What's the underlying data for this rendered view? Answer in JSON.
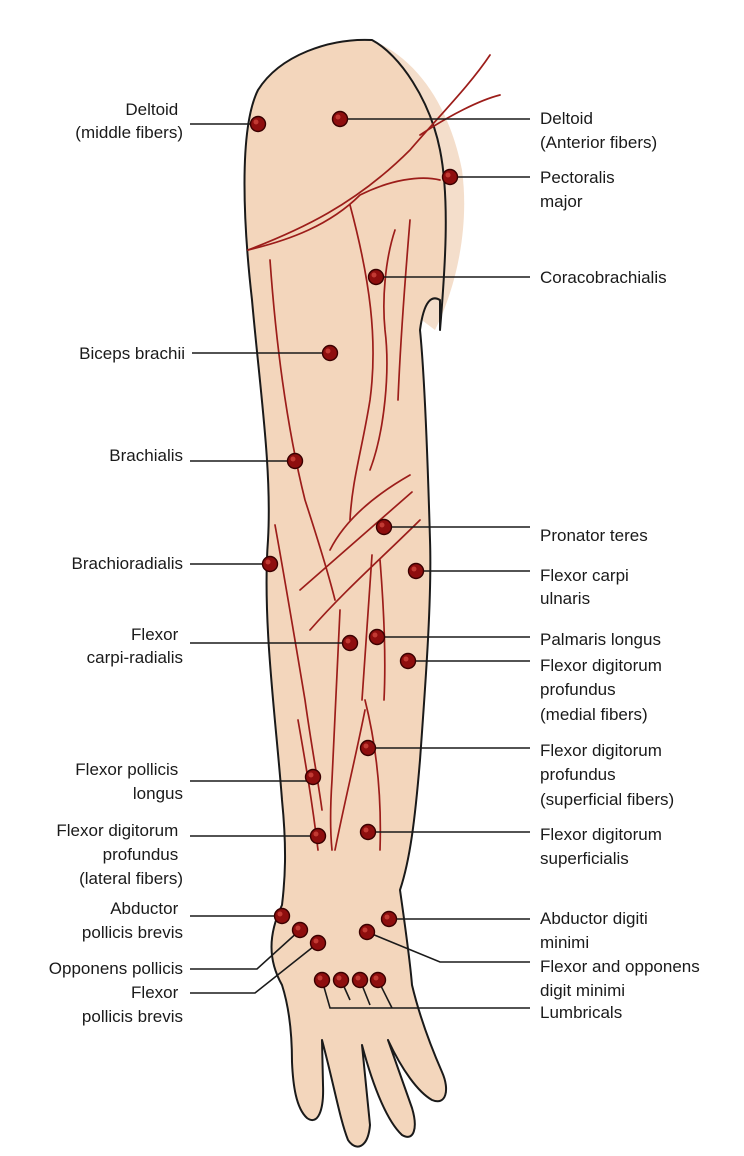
{
  "colors": {
    "skin": "#f3d6bc",
    "shade": "#ebc3a1",
    "muscle_line": "#9c1d1a",
    "motor_point": "#8e0e0e",
    "text": "#1a1a1a"
  },
  "labels": {
    "deltoid_middle": [
      "Deltoid",
      "(middle fibers)"
    ],
    "deltoid_anterior": [
      "Deltoid",
      "(Anterior fibers)"
    ],
    "pectoralis_major": [
      "Pectoralis",
      "major"
    ],
    "coracobrachialis": [
      "Coracobrachialis"
    ],
    "biceps_brachii": [
      "Biceps brachii"
    ],
    "brachialis": [
      "Brachialis"
    ],
    "pronator_teres": [
      "Pronator teres"
    ],
    "brachioradialis": [
      "Brachioradialis"
    ],
    "flexor_carpi_ulnaris": [
      "Flexor carpi",
      "ulnaris"
    ],
    "flexor_carpi_radialis": [
      "Flexor",
      "carpi-radialis"
    ],
    "palmaris_longus": [
      "Palmaris longus"
    ],
    "fdp_medial": [
      "Flexor digitorum",
      "profundus",
      "(medial fibers)"
    ],
    "fdp_superficial": [
      "Flexor digitorum",
      "profundus",
      "(superficial fibers)"
    ],
    "flexor_pollicis_longus": [
      "Flexor pollicis",
      "longus"
    ],
    "fdp_lateral": [
      "Flexor digitorum",
      "profundus",
      "(lateral fibers)"
    ],
    "flexor_digitorum_superficialis": [
      "Flexor digitorum",
      "superficialis"
    ],
    "abductor_pollicis_brevis": [
      "Abductor",
      "pollicis brevis"
    ],
    "abductor_digiti_minimi": [
      "Abductor digiti",
      "minimi"
    ],
    "opponens_pollicis": [
      "Opponens pollicis"
    ],
    "flexor_opponens_digiti_minimi": [
      "Flexor and opponens",
      "digit minimi"
    ],
    "flexor_pollicis_brevis": [
      "Flexor",
      "pollicis brevis"
    ],
    "lumbricals": [
      "Lumbricals"
    ]
  }
}
